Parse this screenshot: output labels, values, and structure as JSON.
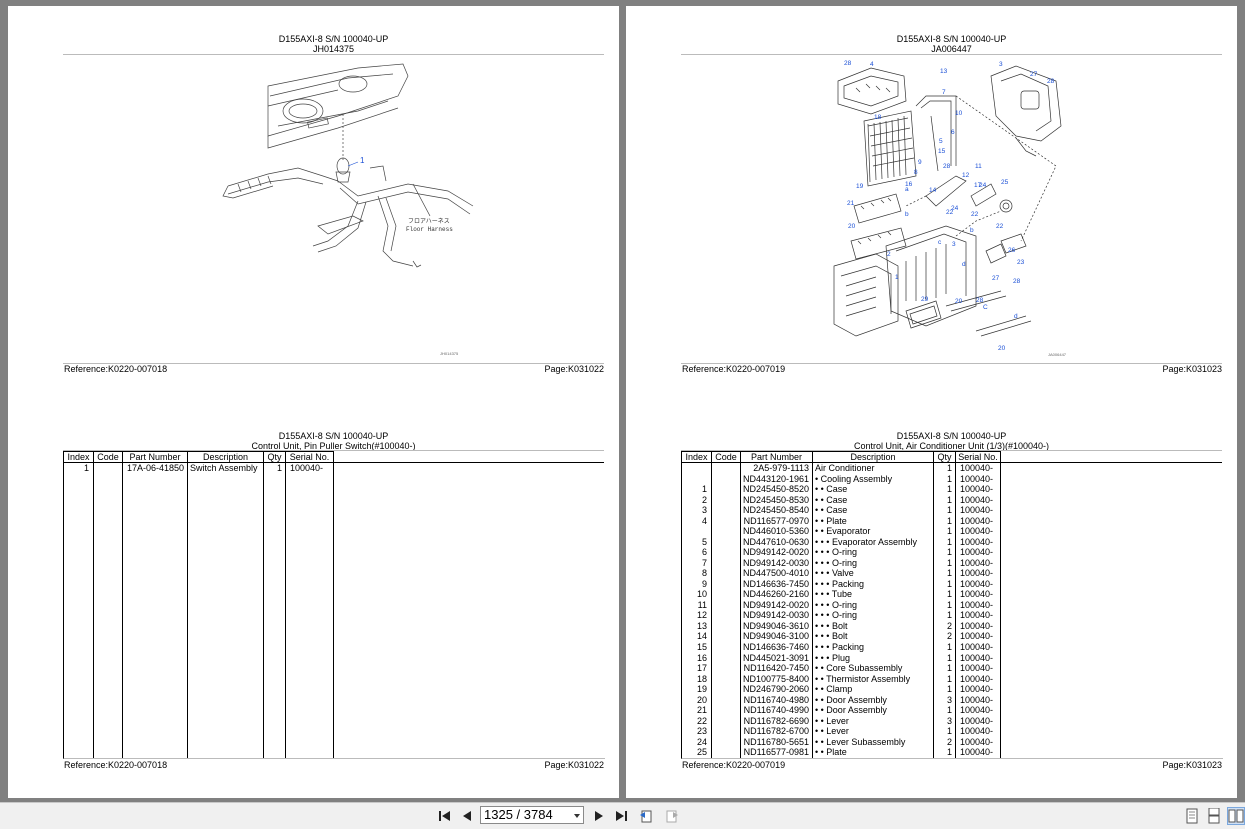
{
  "left_top": {
    "title": "D155AXI-8 S/N 100040-UP",
    "drawing_id": "JH014375",
    "callout": "1",
    "harness_jp": "フロアハーネス",
    "harness_en": "Floor Harness",
    "small_code": "JH014375",
    "reference": "Reference:K0220-007018",
    "page": "Page:K031022"
  },
  "right_top": {
    "title": "D155AXI-8 S/N 100040-UP",
    "drawing_id": "JA006447",
    "small_code": "JA006447",
    "reference": "Reference:K0220-007019",
    "page": "Page:K031023",
    "callouts": [
      "28",
      "4",
      "13",
      "3",
      "27",
      "28",
      "7",
      "18",
      "10",
      "6",
      "5",
      "15",
      "28",
      "11",
      "9",
      "8",
      "12",
      "19",
      "16",
      "14",
      "17",
      "a",
      "24",
      "25",
      "21",
      "b",
      "22",
      "24",
      "22",
      "20",
      "c",
      "22",
      "3",
      "b",
      "26",
      "2",
      "23",
      "d",
      "27",
      "28",
      "1",
      "29",
      "28",
      "20",
      "C",
      "d",
      "20"
    ]
  },
  "left_bottom": {
    "title": "D155AXI-8 S/N 100040-UP",
    "subtitle": "Control Unit, Pin Puller Switch(#100040-)",
    "reference": "Reference:K0220-007018",
    "page": "Page:K031022",
    "headers": [
      "Index",
      "Code",
      "Part Number",
      "Description",
      "Qty",
      "Serial No."
    ],
    "rows": [
      [
        "1",
        "",
        "17A-06-41850",
        "Switch Assembly",
        "1",
        "100040-"
      ]
    ]
  },
  "right_bottom": {
    "title": "D155AXI-8 S/N 100040-UP",
    "subtitle": "Control Unit, Air Conditioner Unit (1/3)(#100040-)",
    "reference": "Reference:K0220-007019",
    "page": "Page:K031023",
    "headers": [
      "Index",
      "Code",
      "Part Number",
      "Description",
      "Qty",
      "Serial No."
    ],
    "rows": [
      [
        "",
        "",
        "2A5-979-1113",
        "Air Conditioner",
        "1",
        "100040-"
      ],
      [
        "",
        "",
        "ND443120-1961",
        "• Cooling Assembly",
        "1",
        "100040-"
      ],
      [
        "1",
        "",
        "ND245450-8520",
        "• • Case",
        "1",
        "100040-"
      ],
      [
        "2",
        "",
        "ND245450-8530",
        "• • Case",
        "1",
        "100040-"
      ],
      [
        "3",
        "",
        "ND245450-8540",
        "• • Case",
        "1",
        "100040-"
      ],
      [
        "4",
        "",
        "ND116577-0970",
        "• • Plate",
        "1",
        "100040-"
      ],
      [
        "",
        "",
        "ND446010-5360",
        "• • Evaporator",
        "1",
        "100040-"
      ],
      [
        "5",
        "",
        "ND447610-0630",
        "• • • Evaporator Assembly",
        "1",
        "100040-"
      ],
      [
        "6",
        "",
        "ND949142-0020",
        "• • • O-ring",
        "1",
        "100040-"
      ],
      [
        "7",
        "",
        "ND949142-0030",
        "• • • O-ring",
        "1",
        "100040-"
      ],
      [
        "8",
        "",
        "ND447500-4010",
        "• • • Valve",
        "1",
        "100040-"
      ],
      [
        "9",
        "",
        "ND146636-7450",
        "• • • Packing",
        "1",
        "100040-"
      ],
      [
        "10",
        "",
        "ND446260-2160",
        "• • • Tube",
        "1",
        "100040-"
      ],
      [
        "11",
        "",
        "ND949142-0020",
        "• • • O-ring",
        "1",
        "100040-"
      ],
      [
        "12",
        "",
        "ND949142-0030",
        "• • • O-ring",
        "1",
        "100040-"
      ],
      [
        "13",
        "",
        "ND949046-3610",
        "• • • Bolt",
        "2",
        "100040-"
      ],
      [
        "14",
        "",
        "ND949046-3100",
        "• • • Bolt",
        "2",
        "100040-"
      ],
      [
        "15",
        "",
        "ND146636-7460",
        "• • • Packing",
        "1",
        "100040-"
      ],
      [
        "16",
        "",
        "ND445021-3091",
        "• • • Plug",
        "1",
        "100040-"
      ],
      [
        "17",
        "",
        "ND116420-7450",
        "• • Core Subassembly",
        "1",
        "100040-"
      ],
      [
        "18",
        "",
        "ND100775-8400",
        "• • Thermistor Assembly",
        "1",
        "100040-"
      ],
      [
        "19",
        "",
        "ND246790-2060",
        "• • Clamp",
        "1",
        "100040-"
      ],
      [
        "20",
        "",
        "ND116740-4980",
        "• • Door Assembly",
        "3",
        "100040-"
      ],
      [
        "21",
        "",
        "ND116740-4990",
        "• • Door Assembly",
        "1",
        "100040-"
      ],
      [
        "22",
        "",
        "ND116782-6690",
        "• • Lever",
        "3",
        "100040-"
      ],
      [
        "23",
        "",
        "ND116782-6700",
        "• • Lever",
        "1",
        "100040-"
      ],
      [
        "24",
        "",
        "ND116780-5651",
        "• • Lever Subassembly",
        "2",
        "100040-"
      ],
      [
        "25",
        "",
        "ND116577-0981",
        "• • Plate",
        "1",
        "100040-"
      ]
    ]
  },
  "toolbar": {
    "page_indicator": "1325 / 3784"
  }
}
